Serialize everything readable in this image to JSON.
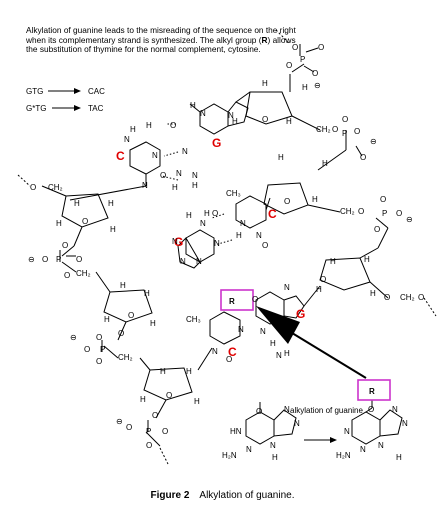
{
  "intro": {
    "before_r": "Alkylation of guanine leads to the misreading of the sequence on the right when its complementary strand is synthesized. The alkyl group (",
    "r_symbol": "R",
    "after_r": ") allows the substitution of thymine for the normal complement, cytosine."
  },
  "sequences": [
    {
      "from": "GTG",
      "to": "CAC"
    },
    {
      "from": "G*TG",
      "to": "TAC"
    }
  ],
  "base_labels": {
    "g": "G",
    "c": "C",
    "r": "R"
  },
  "atoms": {
    "o": "O",
    "n": "N",
    "h": "H",
    "p": "P",
    "ch2": "CH₂",
    "ch3": "CH₃",
    "nh": "NH",
    "hn": "HN",
    "h2n": "H₂N",
    "minus": "⊖"
  },
  "annotation": "alkylation of guanine",
  "caption": {
    "figure": "Figure 2",
    "text": "Alkylation of guanine."
  },
  "colors": {
    "highlight_box": "#cc33cc",
    "base_label": "#e00000",
    "arrow": "#000000"
  }
}
